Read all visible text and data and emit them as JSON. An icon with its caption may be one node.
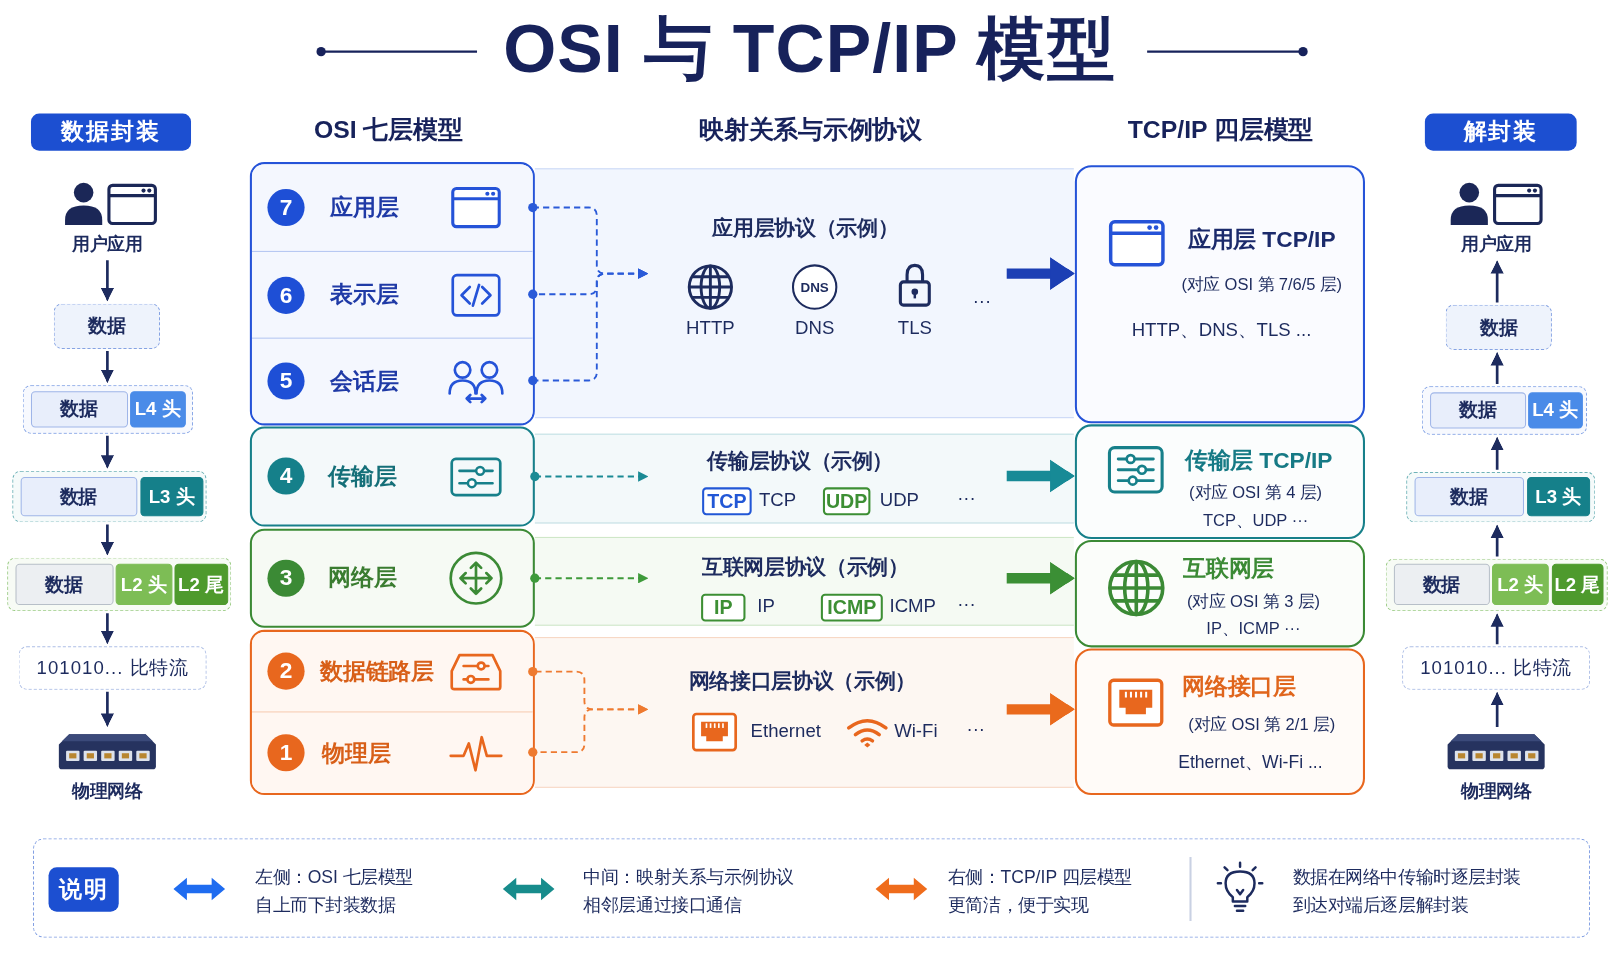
{
  "diagram": {
    "title": "OSI 与 TCP/IP 模型",
    "nodes": [
      {
        "text": [
          "数据封装"
        ]
      },
      {
        "text": [
          "解封装"
        ]
      },
      {
        "text": [
          "用户应用"
        ]
      },
      {
        "text": [
          "数据"
        ]
      },
      {
        "text": [],
        "shape": "box"
      },
      {
        "text": [
          "数据"
        ],
        "in": 4
      },
      {
        "text": [
          "L4 头"
        ],
        "in": 4
      },
      {
        "text": [],
        "shape": "box"
      },
      {
        "text": [
          "数据"
        ],
        "in": 7
      },
      {
        "text": [
          "L3 头"
        ],
        "in": 7
      },
      {
        "text": [],
        "shape": "box"
      },
      {
        "text": [
          "数据"
        ],
        "in": 10
      },
      {
        "text": [
          "L2 头"
        ],
        "in": 10
      },
      {
        "text": [
          "L2 尾"
        ],
        "in": 10
      },
      {
        "text": [
          "101010... 比特流"
        ]
      },
      {
        "text": [
          "物理网络"
        ]
      },
      {
        "text": [],
        "shape": "box"
      },
      {
        "text": [
          "应用层"
        ],
        "in": 16
      },
      {
        "text": [
          "7"
        ],
        "in": 17
      },
      {
        "text": [
          "表示层"
        ],
        "in": 16
      },
      {
        "text": [
          "6"
        ],
        "in": 19
      },
      {
        "text": [
          "会话层"
        ],
        "in": 16
      },
      {
        "text": [
          "5"
        ],
        "in": 21
      },
      {
        "text": [
          "传输层"
        ]
      },
      {
        "text": [
          "4"
        ],
        "in": 23
      },
      {
        "text": [
          "网络层"
        ]
      },
      {
        "text": [
          "3"
        ],
        "in": 25
      },
      {
        "text": [],
        "shape": "box"
      },
      {
        "text": [
          "数据链路层"
        ],
        "in": 27
      },
      {
        "text": [
          "2"
        ],
        "in": 28
      },
      {
        "text": [
          "物理层"
        ],
        "in": 27
      },
      {
        "text": [
          "1"
        ],
        "in": 30
      },
      {
        "text": [
          "应用层协议（示例）",
          "HTTP",
          "DNS",
          "TLS",
          "···"
        ]
      },
      {
        "text": [
          "DNS"
        ],
        "in": 32
      },
      {
        "text": [
          "传输层协议（示例）",
          "TCP",
          "UDP",
          "···"
        ]
      },
      {
        "text": [
          "TCP"
        ],
        "in": 34
      },
      {
        "text": [
          "UDP"
        ],
        "in": 34
      },
      {
        "text": [
          "互联网层协议（示例）",
          "IP",
          "ICMP",
          "···"
        ]
      },
      {
        "text": [
          "IP"
        ],
        "in": 37
      },
      {
        "text": [
          "ICMP"
        ],
        "in": 37
      },
      {
        "text": [
          "网络接口层协议（示例）",
          "Ethernet",
          "Wi-Fi",
          "···"
        ]
      },
      {
        "text": [
          "应用层 TCP/IP",
          "(对应 OSI 第 7/6/5 层)",
          "HTTP、DNS、TLS ..."
        ]
      },
      {
        "text": [
          "传输层 TCP/IP",
          "(对应 OSI 第 4 层)",
          "TCP、UDP ···"
        ]
      },
      {
        "text": [
          "互联网层",
          "(对应 OSI 第 3 层)",
          "IP、ICMP ···"
        ]
      },
      {
        "text": [
          "网络接口层",
          "(对应 OSI 第 2/1 层)",
          "Ethernet、Wi-Fi ..."
        ]
      },
      {
        "text": [
          "用户应用"
        ]
      },
      {
        "text": [
          "数据"
        ]
      },
      {
        "text": [],
        "shape": "box"
      },
      {
        "text": [
          "数据"
        ],
        "in": 47
      },
      {
        "text": [
          "L4 头"
        ],
        "in": 47
      },
      {
        "text": [],
        "shape": "box"
      },
      {
        "text": [
          "数据"
        ],
        "in": 50
      },
      {
        "text": [
          "L3 头"
        ],
        "in": 50
      },
      {
        "text": [],
        "shape": "box"
      },
      {
        "text": [
          "数据"
        ],
        "in": 53
      },
      {
        "text": [
          "L2 头"
        ],
        "in": 53
      },
      {
        "text": [
          "L2 尾"
        ],
        "in": 53
      },
      {
        "text": [
          "101010... 比特流"
        ]
      },
      {
        "text": [
          "物理网络"
        ]
      },
      {
        "text": [
          "说明"
        ]
      }
    ],
    "edges": [
      {
        "from": 2,
        "to": 3,
        "arrow": "to"
      },
      {
        "from": 3,
        "to": 4,
        "arrow": "to"
      },
      {
        "from": 4,
        "to": 7,
        "arrow": "to"
      },
      {
        "from": 7,
        "to": 10,
        "arrow": "to"
      },
      {
        "from": 10,
        "to": 14,
        "arrow": "to"
      },
      {
        "from": 14,
        "to": 15,
        "arrow": "to"
      },
      {
        "from": 17,
        "to": 32,
        "arrow": "to",
        "style": "dashed",
        "color": "#2a5ad8"
      },
      {
        "from": 19,
        "to": 32,
        "arrow": "to",
        "style": "dashed",
        "color": "#2a5ad8"
      },
      {
        "from": 21,
        "to": 32,
        "arrow": "to",
        "style": "dashed",
        "color": "#2a5ad8"
      },
      {
        "from": 23,
        "to": 34,
        "arrow": "to",
        "style": "dashed",
        "color": "#1a8a94"
      },
      {
        "from": 25,
        "to": 37,
        "arrow": "to",
        "style": "dashed",
        "color": "#3e9a3a"
      },
      {
        "from": 28,
        "to": 40,
        "arrow": "to",
        "style": "dashed",
        "color": "#ee7a30"
      },
      {
        "from": 30,
        "to": 40,
        "arrow": "to",
        "style": "dashed",
        "color": "#ee7a30"
      },
      {
        "from": 32,
        "to": 41,
        "arrow": "to",
        "style": "thick",
        "color": "#1c3fb4"
      },
      {
        "from": 34,
        "to": 42,
        "arrow": "to",
        "style": "thick",
        "color": "#178a96"
      },
      {
        "from": 37,
        "to": 43,
        "arrow": "to",
        "style": "thick",
        "color": "#3b8f35"
      },
      {
        "from": 40,
        "to": 44,
        "arrow": "to",
        "style": "thick",
        "color": "#ea6a1c"
      },
      {
        "from": 58,
        "to": 57,
        "arrow": "to"
      },
      {
        "from": 57,
        "to": 53,
        "arrow": "to"
      },
      {
        "from": 53,
        "to": 50,
        "arrow": "to"
      },
      {
        "from": 50,
        "to": 47,
        "arrow": "to"
      },
      {
        "from": 47,
        "to": 46,
        "arrow": "to"
      },
      {
        "from": 46,
        "to": 45,
        "arrow": "to"
      }
    ],
    "labels": [
      "OSI 七层模型",
      "映射关系与示例协议",
      "TCP/IP 四层模型"
    ],
    "legend": [
      {
        "text": "左侧：OSI 七层模型自上而下封装数据"
      },
      {
        "text": "中间：映射关系与示例协议相邻层通过接口通信"
      },
      {
        "text": "右侧：TCP/IP 四层模型更简洁，便于实现"
      },
      {
        "text": "数据在网络中传输时逐层封装到达对端后逐层解封装"
      }
    ]
  }
}
